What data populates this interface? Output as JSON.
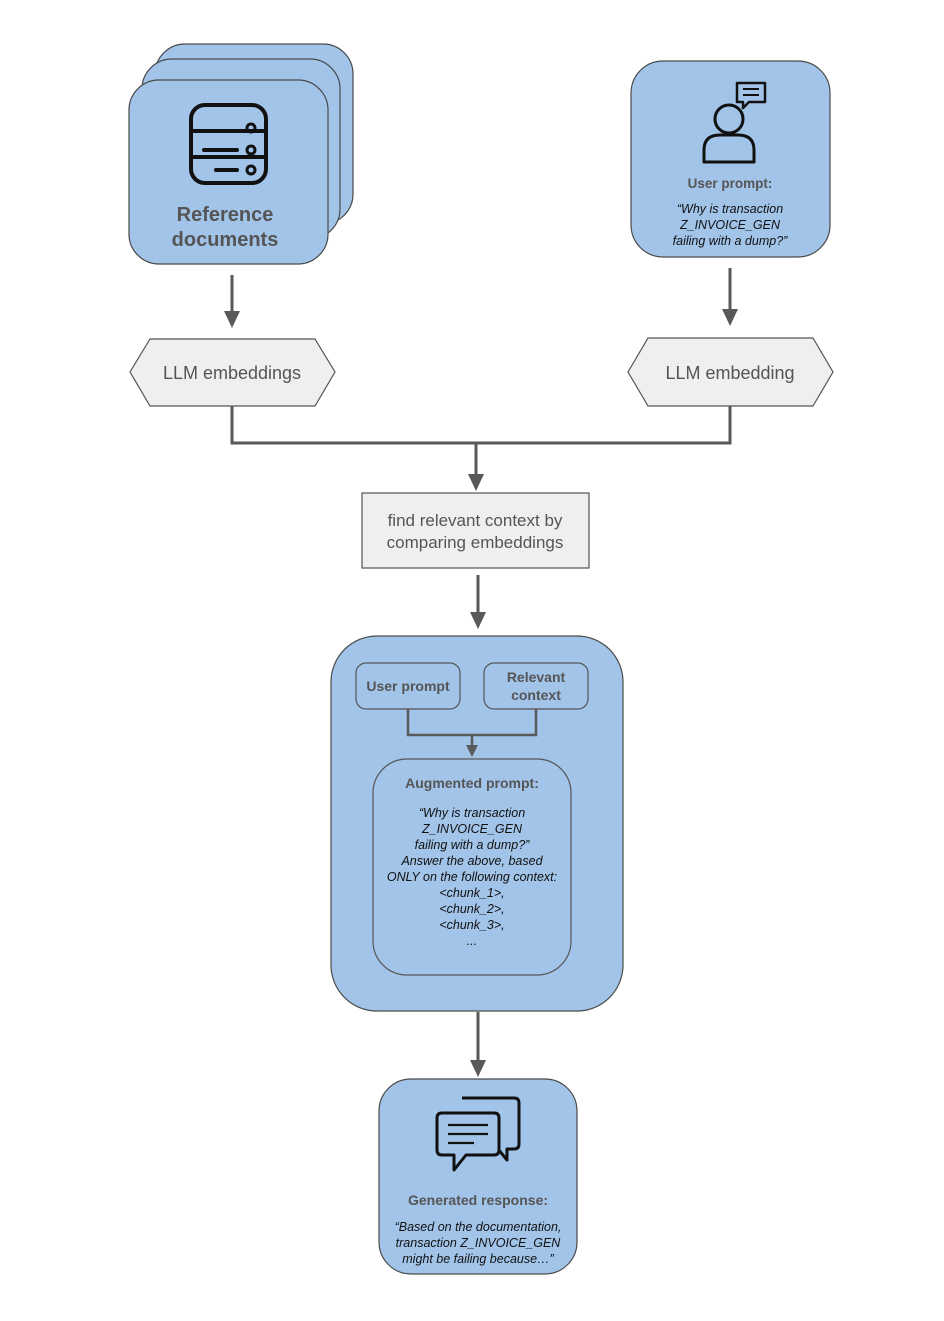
{
  "reference_docs": {
    "label_line1": "Reference",
    "label_line2": "documents",
    "icon": "database-icon"
  },
  "user_prompt_box": {
    "title": "User prompt:",
    "quote_lines": [
      "“Why is transaction",
      "Z_INVOICE_GEN",
      "failing with a dump?”"
    ],
    "icon": "user-chat-icon"
  },
  "embeddings_left": {
    "label": "LLM embeddings"
  },
  "embeddings_right": {
    "label": "LLM embedding"
  },
  "find_context": {
    "line1": "find relevant context by",
    "line2": "comparing embeddings"
  },
  "augment_group": {
    "user_prompt_label": "User prompt",
    "relevant_context_line1": "Relevant",
    "relevant_context_line2": "context",
    "augmented_title": "Augmented prompt:",
    "augmented_lines": [
      "“Why is transaction",
      "Z_INVOICE_GEN",
      "failing with a dump?”",
      "Answer the above, based",
      "ONLY on the following context:",
      "<chunk_1>,",
      "<chunk_2>,",
      "<chunk_3>,",
      "..."
    ]
  },
  "generated_response": {
    "title": "Generated response:",
    "quote_lines": [
      "“Based on the documentation,",
      "transaction Z_INVOICE_GEN",
      "might be failing because…”"
    ],
    "icon": "chat-bubbles-icon"
  },
  "colors": {
    "box_blue": "#a2c4e9",
    "box_grey": "#efefef",
    "connector": "#595959",
    "label_grey": "#555555"
  }
}
